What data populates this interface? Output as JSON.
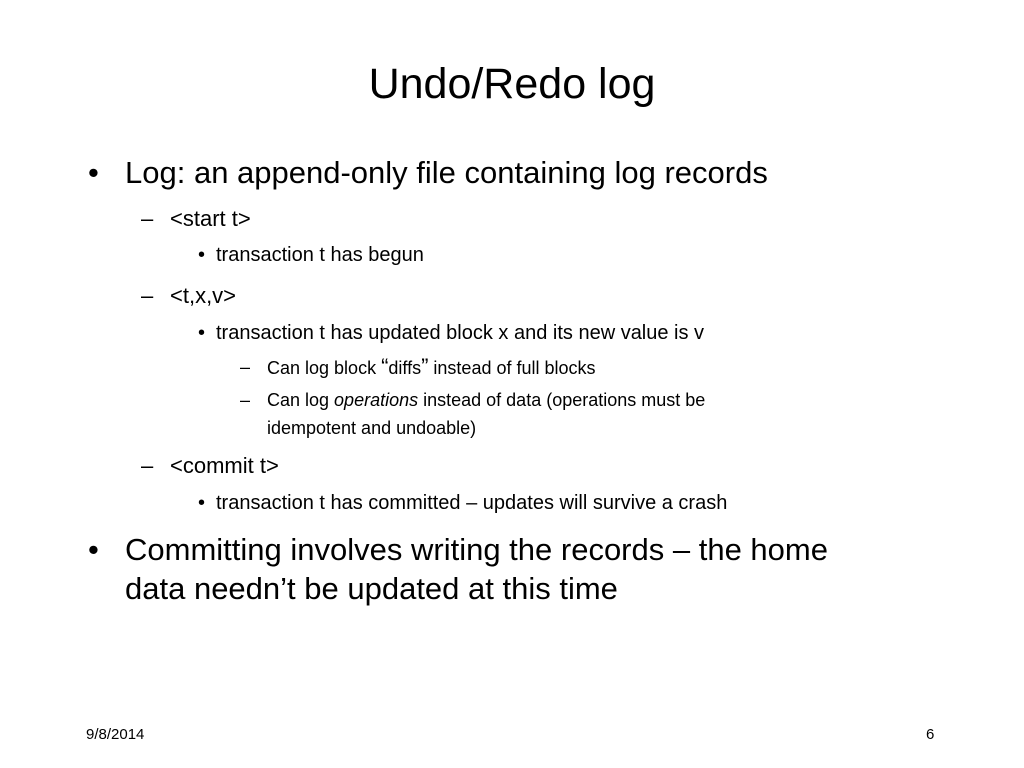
{
  "slide": {
    "title": "Undo/Redo log",
    "bullets": {
      "b1": "Log:  an append-only file containing log records",
      "b1_1": "<start t>",
      "b1_1_1": "transaction t has begun",
      "b1_2": "<t,x,v>",
      "b1_2_1": "transaction t has updated block x and its new value is v",
      "b1_2_1_1_pre": "Can log block ",
      "b1_2_1_1_q1": "“",
      "b1_2_1_1_word": "diffs",
      "b1_2_1_1_q2": "”",
      "b1_2_1_1_post": " instead of full blocks",
      "b1_2_1_2_pre": "Can log ",
      "b1_2_1_2_em": "operations",
      "b1_2_1_2_post": " instead of data (operations must be",
      "b1_2_1_2_line2": "idempotent and undoable)",
      "b1_3": "<commit t>",
      "b1_3_1": "transaction t has committed – updates will survive a crash",
      "b2_line1": "Committing involves writing the records – the home",
      "b2_line2": "data needn’t be updated at this time"
    },
    "markers": {
      "l1": "•",
      "l2": "–",
      "l3": "•",
      "l4": "–"
    },
    "footer": {
      "date": "9/8/2014",
      "page": "6"
    }
  }
}
